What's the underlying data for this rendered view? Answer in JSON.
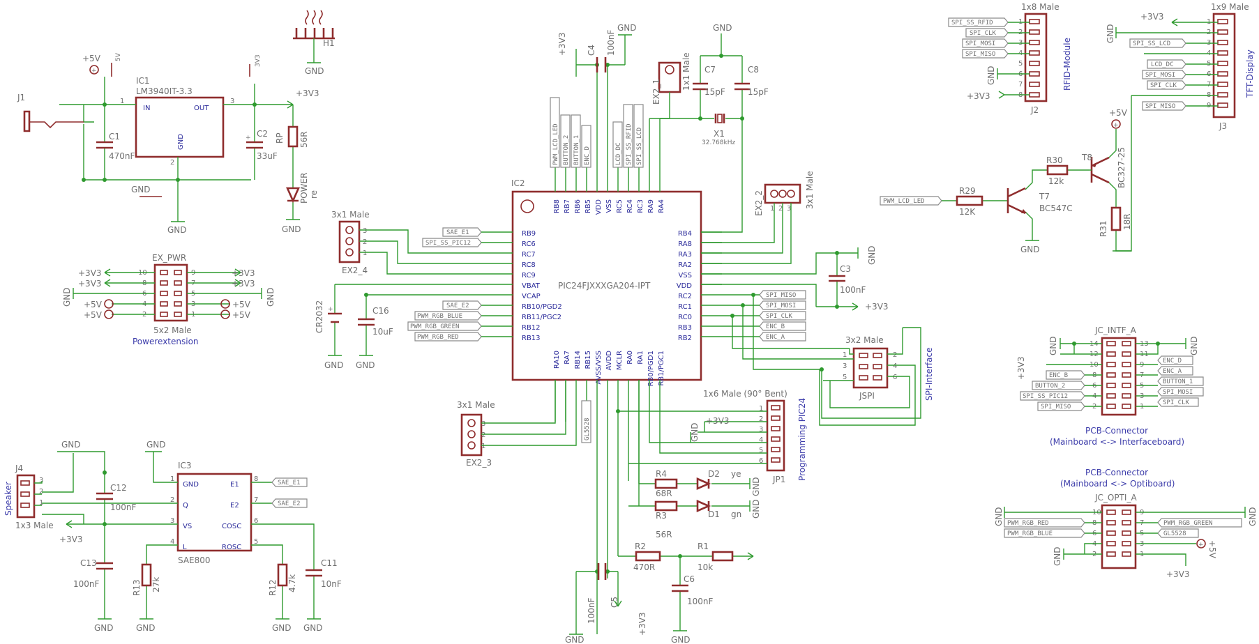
{
  "ic2": {
    "name": "IC2",
    "part": "PIC24FJXXXGA204-IPT",
    "left": [
      "RB9",
      "RC6",
      "RC7",
      "RC8",
      "RC9",
      "VBAT",
      "VCAP",
      "RB10/PGD2",
      "RB11/PGC2",
      "RB12",
      "RB13"
    ],
    "right": [
      "RB4",
      "RA8",
      "RA3",
      "RA2",
      "VSS",
      "VDD",
      "RC2",
      "RC1",
      "RC0",
      "RB3",
      "RB2"
    ],
    "top": [
      "RB8",
      "RB7",
      "RB6",
      "RB5",
      "VDD",
      "VSS",
      "RC5",
      "RC4",
      "RC3",
      "RA9",
      "RA4"
    ],
    "bottom": [
      "RA10",
      "RA7",
      "RB14",
      "RB15",
      "AVSS/VSS",
      "AVDD",
      "MCLR",
      "RA0",
      "RA1",
      "RB0/PGD1",
      "RB1/PGC1"
    ]
  },
  "ic1": {
    "name": "IC1",
    "part": "LM3940IT-3.3",
    "in": "IN",
    "out": "OUT",
    "gnd": "GND",
    "pin1": "1",
    "pin2": "2",
    "pin3": "3"
  },
  "ic3": {
    "name": "IC3",
    "part": "SAE800",
    "left": [
      "GND",
      "Q",
      "VS",
      "L"
    ],
    "right": [
      "E1",
      "E2",
      "COSC",
      "ROSC"
    ],
    "lpins": [
      "1",
      "2",
      "3",
      "4"
    ],
    "rpins": [
      "8",
      "7",
      "6",
      "5"
    ]
  },
  "power": {
    "gnd": "GND",
    "v33": "+3V3",
    "v5": "+5V",
    "v3": "3V3",
    "v5b": "5V"
  },
  "passives": {
    "c1": "C1",
    "c1v": "470nF",
    "c2": "C2",
    "c2v": "33uF",
    "c3": "C3",
    "c3v": "100nF",
    "c4": "C4",
    "c4v": "100nF",
    "c5": "C5",
    "c5v": "100nF",
    "c6": "C6",
    "c6v": "100nF",
    "c7": "C7",
    "c7v": "15pF",
    "c8": "C8",
    "c8v": "15pF",
    "c11": "C11",
    "c11v": "10nF",
    "c12": "C12",
    "c12v": "100nF",
    "c13": "C13",
    "c13v": "100nF",
    "c16": "C16",
    "c16v": "10uF",
    "r1": "R1",
    "r1v": "10k",
    "r2": "R2",
    "r2v": "470R",
    "r3": "R3",
    "r3v": "56R",
    "r4": "R4",
    "r4v": "68R",
    "r12": "R12",
    "r12v": "4.7k",
    "r13": "R13",
    "r13v": "27k",
    "r29": "R29",
    "r29v": "12K",
    "r30": "R30",
    "r30v": "12k",
    "r31": "R31",
    "r31v": "18R",
    "rp": "RP",
    "rpv": "56R",
    "x1": "X1",
    "x1v": "32.768kHz",
    "d1": "D1",
    "d1v": "gn",
    "d2": "D2",
    "d2v": "ye",
    "power_led": "POWER",
    "power_led_v": "re",
    "t7": "T7",
    "t7v": "BC547C",
    "t8": "T8",
    "t8v": "BC327-25",
    "cr": "CR2032",
    "h1": "H1",
    "j1": "J1"
  },
  "connectors": {
    "ex21": "EX2_1",
    "ex21t": "1x1 Male",
    "ex22": "EX2_2",
    "ex22t": "3x1 Male",
    "ex23": "EX2_3",
    "ex23t": "3x1 Male",
    "ex24": "EX2_4",
    "ex24t": "3x1 Male",
    "expwr": "EX_PWR",
    "expwrt": "5x2 Male",
    "expwrc": "Powerextension",
    "j2": "J2",
    "j2t": "1x8 Male",
    "j2c": "RFID-Module",
    "j3": "J3",
    "j3t": "1x9 Male",
    "j3c": "TFT-Display",
    "j4": "J4",
    "j4t": "1x3 Male",
    "j4c": "Speaker",
    "jp1": "JP1",
    "jp1t": "1x6 Male (90° Bent)",
    "jp1c": "Programming PIC24",
    "jspi": "JSPI",
    "jspit": "3x2 Male",
    "jspic": "SPI-Interface",
    "jcintf": "JC_INTF_A",
    "jcintfc1": "PCB-Connector",
    "jcintfc2": "(Mainboard <-> Interfaceboard)",
    "jcopti": "JC_OPTI_A",
    "jcoptic1": "PCB-Connector",
    "jcoptic2": "(Mainboard <-> Optiboard)"
  },
  "nets": {
    "sae_e1": "SAE_E1",
    "sae_e2": "SAE_E2",
    "spi_ss_pic12": "SPI_SS_PIC12",
    "pwm_rgb_blue": "PWM_RGB_BLUE",
    "pwm_rgb_green": "PWM_RGB_GREEN",
    "pwm_rgb_red": "PWM_RGB_RED",
    "spi_miso": "SPI_MISO",
    "spi_mosi": "SPI_MOSI",
    "spi_clk": "SPI_CLK",
    "enc_a": "ENC_A",
    "enc_b": "ENC_B",
    "enc_d": "ENC_D",
    "pwm_lcd_led": "PWM_LCD_LED",
    "button_1": "BUTTON_1",
    "button_2": "BUTTON_2",
    "lcd_dc": "LCD_DC",
    "spi_ss_lcd": "SPI_SS_LCD",
    "spi_ss_rfid": "SPI_SS_RFID",
    "gl5528": "GL5528"
  }
}
